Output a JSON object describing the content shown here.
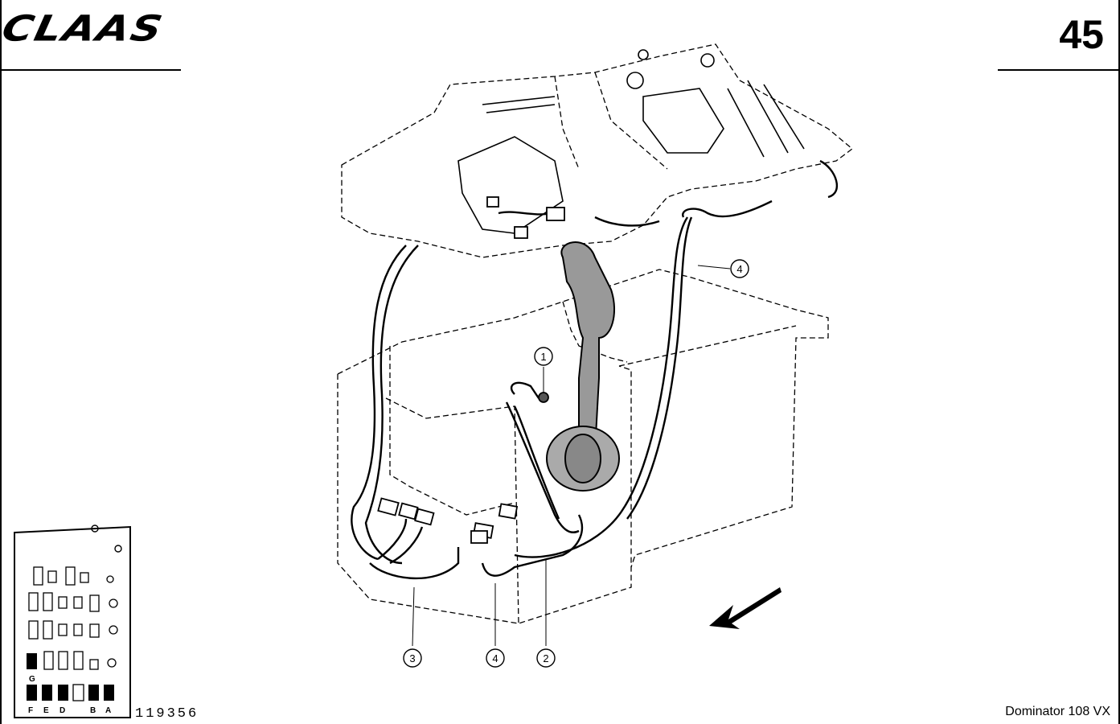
{
  "header": {
    "brand_logo": "CLAAS",
    "page_number": "45"
  },
  "footer": {
    "drawing_number": "119356",
    "model": "Dominator 108 VX"
  },
  "callouts": [
    "1",
    "4",
    "3",
    "4",
    "2"
  ],
  "fuse_box": {
    "row_g_label": "G",
    "bottom_labels": [
      "F",
      "E",
      "D",
      "B",
      "A"
    ]
  }
}
